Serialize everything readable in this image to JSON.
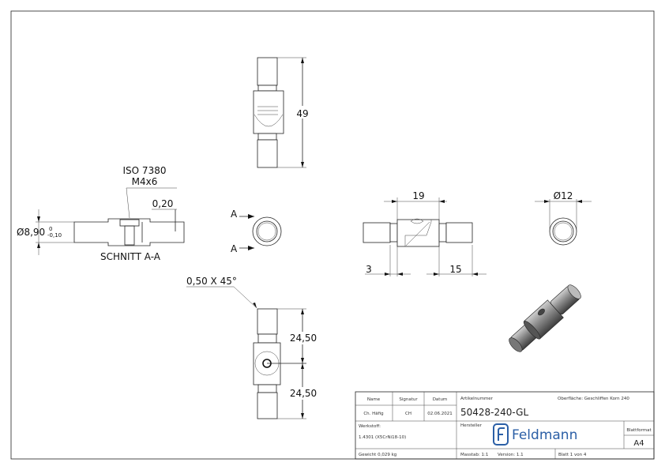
{
  "drawing": {
    "section": {
      "label": "SCHNITT A-A",
      "screw_spec": "ISO 7380",
      "screw_size": "M4x6",
      "gap": "0,20",
      "diameter": "Ø8,90",
      "tol_upper": "0",
      "tol_lower": "-0,10"
    },
    "section_marker": {
      "top": "A",
      "bottom": "A"
    },
    "top_view": {
      "length": "49"
    },
    "bottom_view": {
      "chamfer": "0,50 X 45°",
      "half_upper": "24,50",
      "half_lower": "24,50"
    },
    "side_view": {
      "body_width": "19",
      "offset": "3",
      "pin_length": "15"
    },
    "end_view": {
      "diameter": "Ø12"
    }
  },
  "title_block": {
    "name_label": "Name",
    "signature_label": "Signatur",
    "date_label": "Datum",
    "name": "Ch. Häfig",
    "signature": "CH",
    "date": "02.06.2021",
    "article_label": "Artikelnummer",
    "article": "50428-240-GL",
    "surface": "Oberfläche: Geschliffen Korn 240",
    "material_label": "Werkstoff:",
    "material": "1.4301 (X5CrNi18-10)",
    "manufacturer_label": "Hersteller",
    "brand": "Feldmann",
    "format_label": "Blattformat",
    "format": "A4",
    "weight": "Gewicht 0,029 kg",
    "scale": "Masstab: 1:1",
    "version": "Version: 1.1",
    "sheet": "Blatt 1 von 4",
    "brand_color": "#2b5fa6"
  }
}
